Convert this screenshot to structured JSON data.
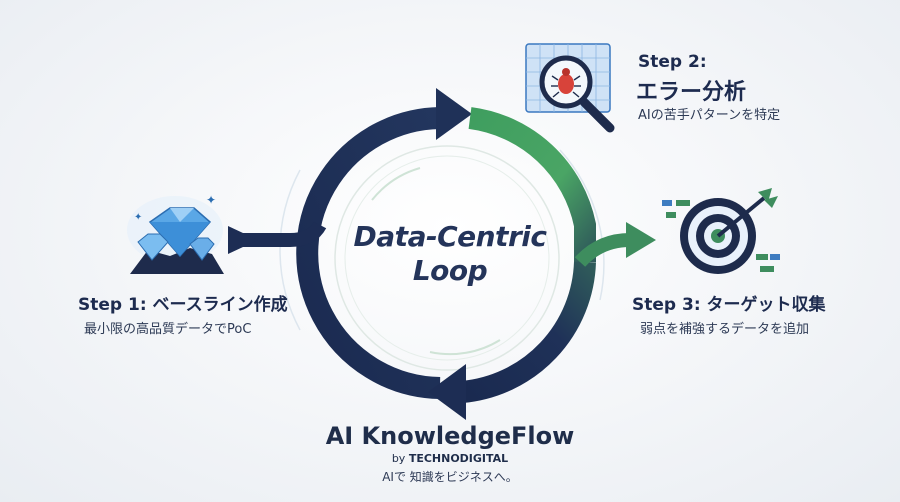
{
  "center": {
    "line1": "Data-Centric",
    "line2": "Loop"
  },
  "steps": [
    {
      "title": "Step 1: ベースライン作成",
      "subtitle": "最小限の高品質データでPoC",
      "icon": "diamond-icon"
    },
    {
      "title_line1": "Step 2:",
      "title_line2": "エラー分析",
      "subtitle": "AIの苦手パターンを特定",
      "icon": "bug-magnifier-icon"
    },
    {
      "title": "Step 3: ターゲット収集",
      "subtitle": "弱点を補強するデータを追加",
      "icon": "target-arrow-icon"
    }
  ],
  "brand": {
    "name": "AI KnowledgeFlow",
    "by_label": "by",
    "company": "TECHNODIGITAL",
    "tagline": "AIで 知識をビジネスへ。"
  },
  "colors": {
    "navy": "#1d2d54",
    "green": "#3e9a5c",
    "background": "#f3f5f8"
  }
}
